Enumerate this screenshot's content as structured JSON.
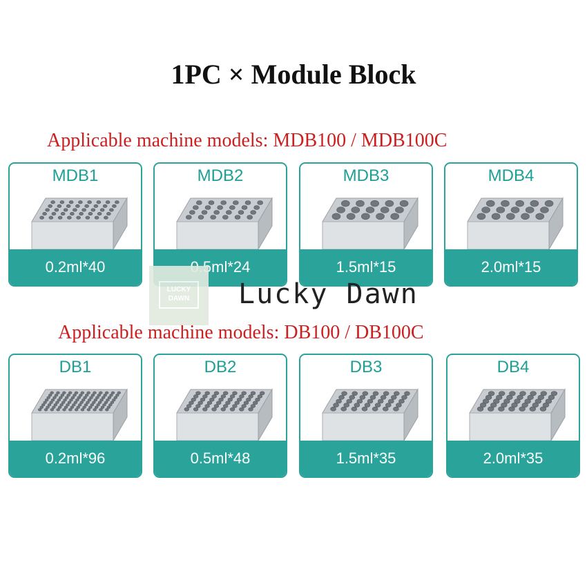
{
  "title": "1PC × Module Block",
  "sections": [
    {
      "heading": "Applicable machine models: MDB100 / MDB100C",
      "cards": [
        {
          "name": "MDB1",
          "capacity": "0.2ml*40"
        },
        {
          "name": "MDB2",
          "capacity": "0.5ml*24"
        },
        {
          "name": "MDB3",
          "capacity": "1.5ml*15"
        },
        {
          "name": "MDB4",
          "capacity": "2.0ml*15"
        }
      ]
    },
    {
      "heading": "Applicable machine models: DB100 / DB100C",
      "cards": [
        {
          "name": "DB1",
          "capacity": "0.2ml*96"
        },
        {
          "name": "DB2",
          "capacity": "0.5ml*48"
        },
        {
          "name": "DB3",
          "capacity": "1.5ml*35"
        },
        {
          "name": "DB4",
          "capacity": "2.0ml*35"
        }
      ]
    }
  ],
  "watermark": {
    "stamp_text": "LUCKY DAWN",
    "script_text": "Lucky Dawn"
  },
  "colors": {
    "accent": "#2aa39a",
    "heading": "#cc1f1f",
    "title": "#111111"
  }
}
